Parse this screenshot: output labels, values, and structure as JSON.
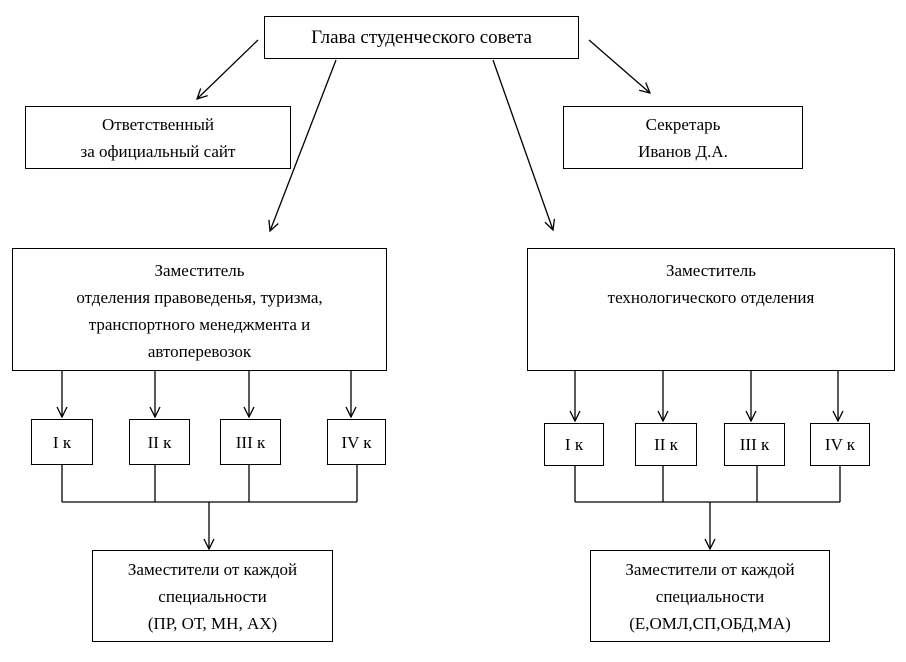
{
  "head": "Глава студенческого совета",
  "responsible": [
    "Ответственный",
    "за официальный сайт"
  ],
  "secretary": [
    "Секретарь",
    "Иванов Д.А."
  ],
  "deputy_left": [
    "Заместитель",
    "отделения правоведенья, туризма,",
    "транспортного менеджмента  и",
    "автоперевозок"
  ],
  "deputy_right": [
    "Заместитель",
    "технологического отделения"
  ],
  "courses_left": [
    "I к",
    "II к",
    "III к",
    "IV к"
  ],
  "courses_right": [
    "I к",
    "II к",
    "III к",
    "IV к"
  ],
  "reps_left": [
    "Заместители  от каждой",
    "специальности",
    "(ПР, ОТ, МН, АХ)"
  ],
  "reps_right": [
    "Заместители  от каждой",
    "специальности",
    "(Е,ОМЛ,СП,ОБД,МА)"
  ]
}
